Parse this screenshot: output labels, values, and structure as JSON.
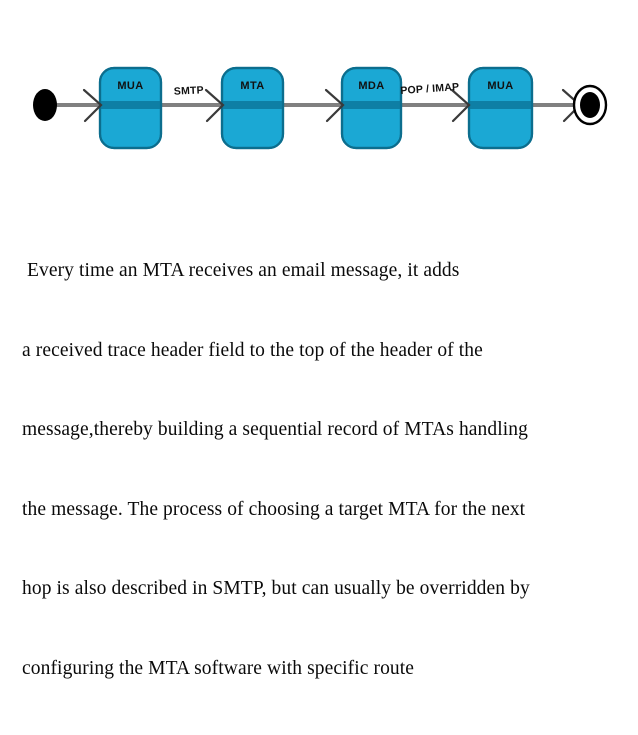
{
  "slide": {
    "background_color": "#ffffff"
  },
  "diagram": {
    "type": "activity-flow",
    "colors": {
      "node_fill": "#1BA8D4",
      "node_fill_dark": "#0E7FA5",
      "node_stroke": "#0C6E8E",
      "connector": "#808080",
      "terminal": "#000000",
      "text": "#111111"
    },
    "start_node": {
      "name": "start",
      "shape": "filled-ellipse"
    },
    "end_node": {
      "name": "end",
      "shape": "bullseye"
    },
    "nodes": [
      {
        "id": "n1",
        "label": "MUA"
      },
      {
        "id": "n2",
        "label": "MTA"
      },
      {
        "id": "n3",
        "label": "MDA"
      },
      {
        "id": "n4",
        "label": "MUA"
      }
    ],
    "edge_labels": [
      {
        "id": "e1",
        "label": "SMTP",
        "from": "n1",
        "to": "n2"
      },
      {
        "id": "e2",
        "label": "POP / IMAP",
        "from": "n3",
        "to": "n4"
      }
    ]
  },
  "body": {
    "lines": [
      " Every time an MTA receives an email message, it adds",
      "a received trace header field to the top of the header of the",
      "message,thereby building a sequential record of MTAs handling",
      "the message. The process of choosing a target MTA for the next",
      "hop is also described in SMTP, but can usually be overridden by",
      "configuring the MTA software with specific route"
    ]
  }
}
